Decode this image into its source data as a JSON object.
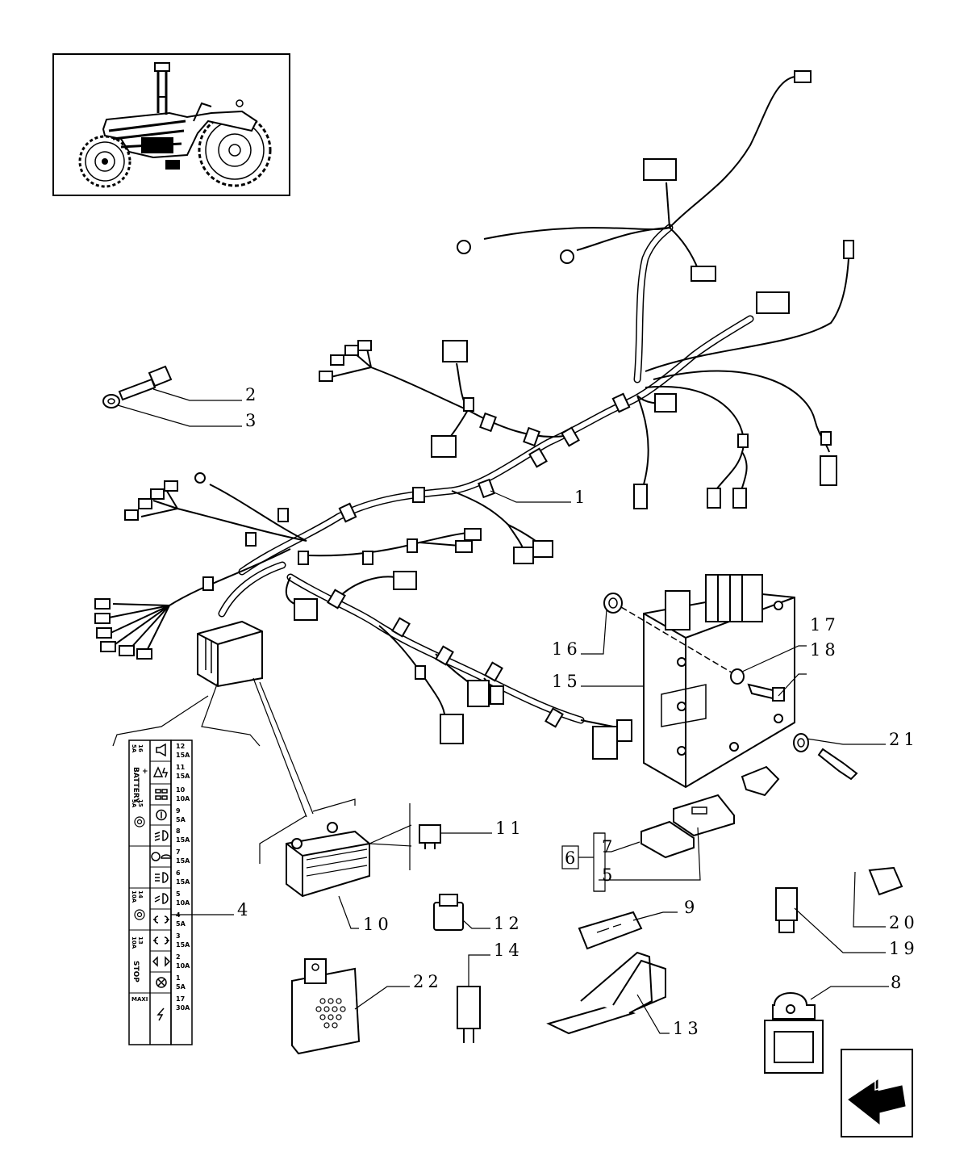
{
  "callouts": [
    {
      "label": "1"
    },
    {
      "label": "2"
    },
    {
      "label": "3"
    },
    {
      "label": "4"
    },
    {
      "label": "5"
    },
    {
      "label": "6"
    },
    {
      "label": "7"
    },
    {
      "label": "8"
    },
    {
      "label": "9"
    },
    {
      "label": "10"
    },
    {
      "label": "11"
    },
    {
      "label": "12"
    },
    {
      "label": "13"
    },
    {
      "label": "14"
    },
    {
      "label": "15"
    },
    {
      "label": "16"
    },
    {
      "label": "17"
    },
    {
      "label": "18"
    },
    {
      "label": "19"
    },
    {
      "label": "20"
    },
    {
      "label": "21"
    },
    {
      "label": "22"
    }
  ],
  "fuse_chart": {
    "left_groups": [
      {
        "fuse": "16",
        "rating": "5A",
        "label": "BATTERY",
        "sign": "+"
      },
      {
        "fuse": "15",
        "rating": "5A",
        "sign": ""
      },
      {
        "fuse": "14",
        "rating": "10A",
        "sign": ""
      },
      {
        "fuse": "13",
        "rating": "10A",
        "label": "STOP"
      },
      {
        "label": "MAXI"
      }
    ],
    "rows": [
      {
        "icon": "horn-icon",
        "fuse": "12",
        "rating": "15A"
      },
      {
        "icon": "hazard-icon",
        "fuse": "11",
        "rating": "15A"
      },
      {
        "icon": "tractor-icon",
        "fuse": "10",
        "rating": "10A"
      },
      {
        "icon": "instrument-icon",
        "fuse": "9",
        "rating": "5A"
      },
      {
        "icon": "work-light-icon",
        "fuse": "8",
        "rating": "15A"
      },
      {
        "icon": "dashboard-icon",
        "fuse": "7",
        "rating": "15A"
      },
      {
        "icon": "high-beam-icon",
        "fuse": "6",
        "rating": "15A"
      },
      {
        "icon": "low-beam-icon",
        "fuse": "5",
        "rating": "10A"
      },
      {
        "icon": "side-light-icon",
        "fuse": "4",
        "rating": "5A"
      },
      {
        "icon": "side-light-icon",
        "fuse": "3",
        "rating": "15A"
      },
      {
        "icon": "turn-signal-icon",
        "fuse": "2",
        "rating": "10A"
      },
      {
        "icon": "fan-icon",
        "fuse": "1",
        "rating": "5A"
      },
      {
        "icon": "power-icon",
        "fuse": "17",
        "rating": "30A"
      }
    ]
  }
}
